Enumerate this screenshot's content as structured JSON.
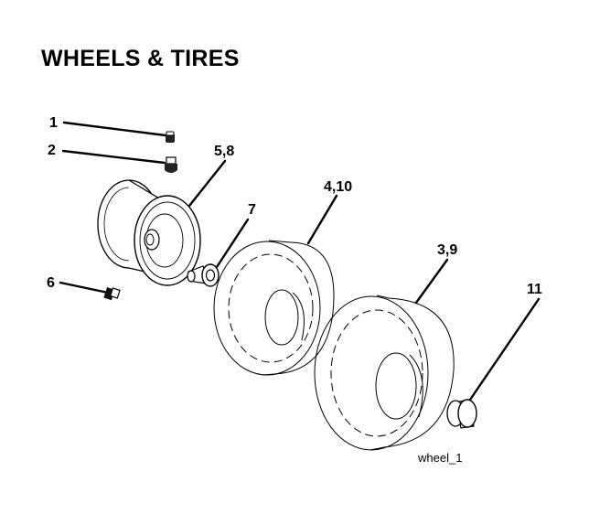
{
  "title": "WHEELS & TIRES",
  "caption": "wheel_1",
  "callouts": {
    "valve_cap": "1",
    "valve_stem": "2",
    "rim_assembly": "5,8",
    "bushing": "7",
    "grease_fitting": "6",
    "front_tire": "4,10",
    "rear_tire": "3,9",
    "hub_cap": "11"
  }
}
